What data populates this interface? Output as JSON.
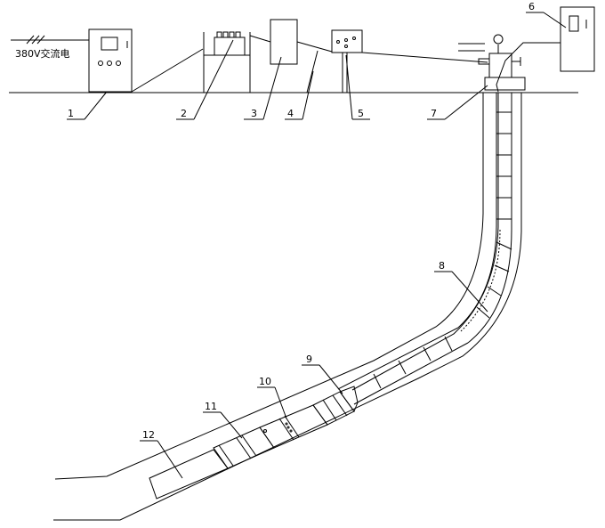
{
  "power_label": "380V交流电",
  "callouts": [
    "1",
    "2",
    "3",
    "4",
    "5",
    "6",
    "7",
    "8",
    "9",
    "10",
    "11",
    "12"
  ]
}
